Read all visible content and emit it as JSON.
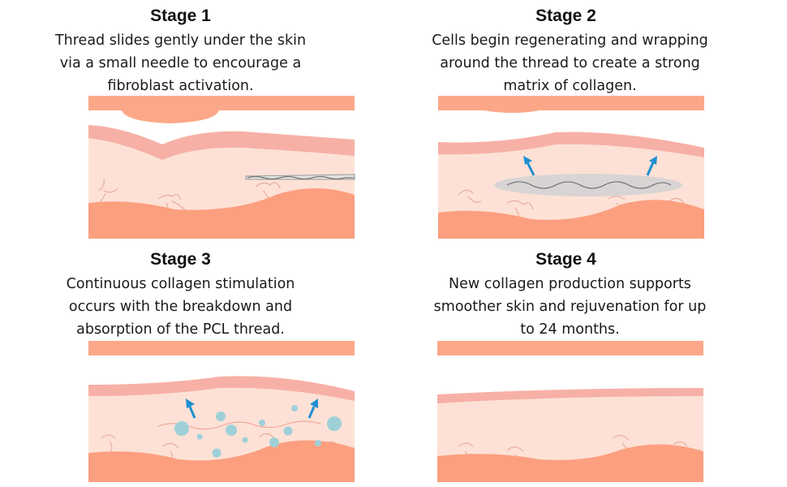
{
  "stages": [
    {
      "title": "Stage 1",
      "description": "Thread slides gently under the skin via a small needle to encourage a fibroblast activation."
    },
    {
      "title": "Stage 2",
      "description": "Cells begin regenerating and wrapping around the thread to create a strong matrix of collagen."
    },
    {
      "title": "Stage 3",
      "description": "Continuous collagen stimulation occurs with the breakdown and absorption of the PCL thread."
    },
    {
      "title": "Stage 4",
      "description": "New collagen production supports smoother skin and rejuvenation for up to 24 months."
    }
  ],
  "colors": {
    "skin_top_band": "#fca888",
    "skin_surface": "#f7b0a6",
    "dermis": "#fde1d6",
    "deep_layer": "#fb9f7f",
    "vessels": "#e9b1a5",
    "arrow": "#1f8fd0",
    "collagen_dot": "#9fd0d8",
    "matrix": "#d8d4d3",
    "thread": "#7b7b7b"
  }
}
